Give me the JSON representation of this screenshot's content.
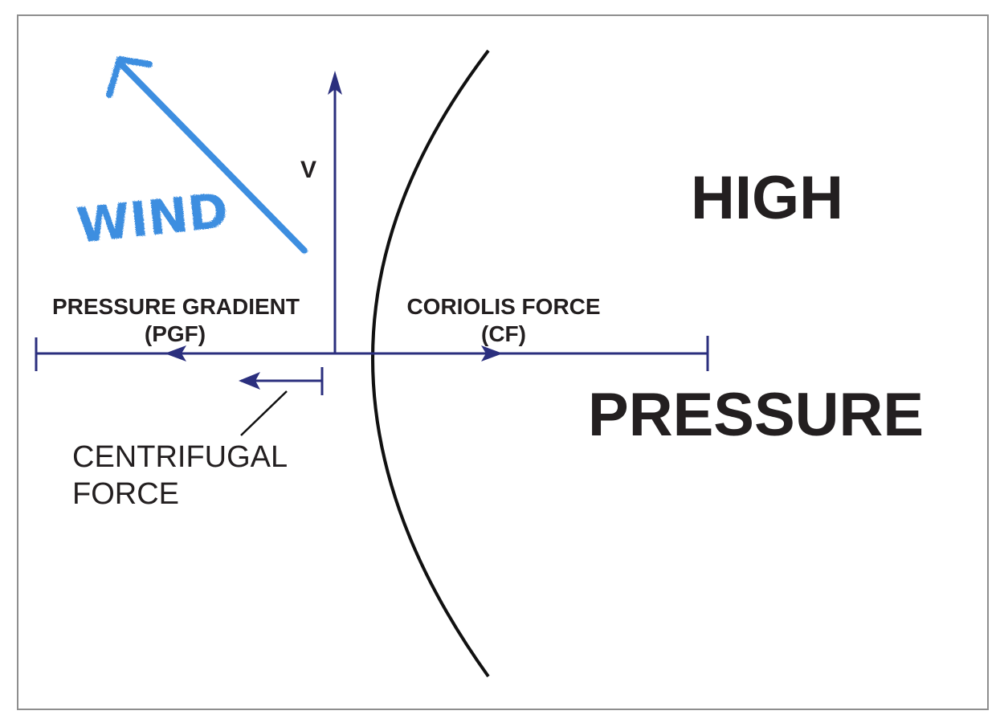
{
  "labels": {
    "v": "V",
    "high": "HIGH",
    "pressure": "PRESSURE",
    "pgf_line1": "PRESSURE GRADIENT",
    "pgf_line2": "(PGF)",
    "cf_line1": "CORIOLIS FORCE",
    "cf_line2": "(CF)",
    "centrifugal_line1": "CENTRIFUGAL",
    "centrifugal_line2": "FORCE",
    "wind": "WIND"
  },
  "colors": {
    "vector": "#2b2f7e",
    "isobar": "#111111",
    "wind": "#3d8ee0",
    "frame": "#8e8e8e",
    "text": "#231f20"
  }
}
